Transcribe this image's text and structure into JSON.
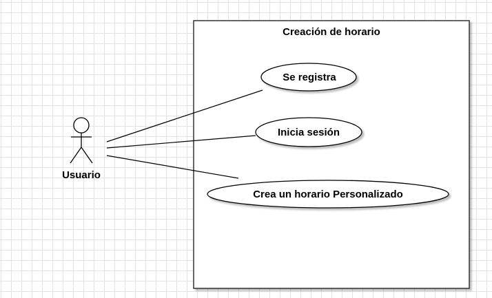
{
  "diagram": {
    "system_boundary": {
      "title": "Creación de horario"
    },
    "actor": {
      "label": "Usuario"
    },
    "use_cases": [
      {
        "label": "Se registra"
      },
      {
        "label": "Inicia sesión"
      },
      {
        "label": "Crea un horario Personalizado"
      }
    ],
    "colors": {
      "stroke": "#000000",
      "fill": "#ffffff",
      "shadow": "#cccccc",
      "grid": "#e3e3e3"
    }
  }
}
